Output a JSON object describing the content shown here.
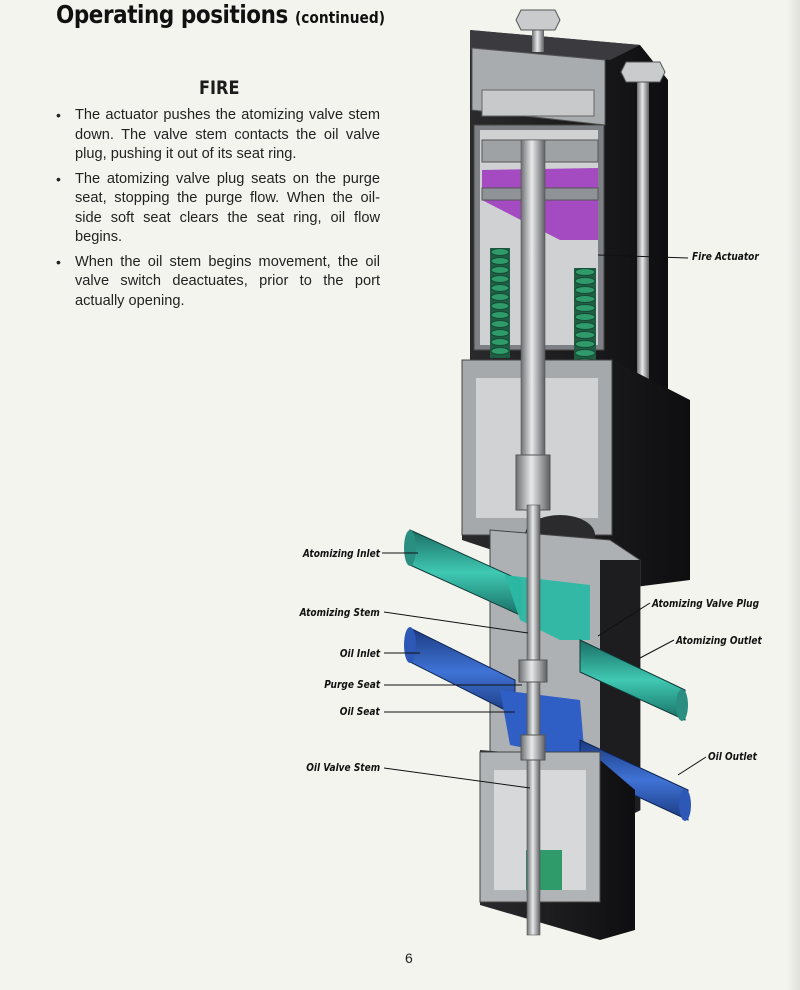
{
  "header": {
    "title": "Operating positions",
    "title_suffix": "(continued)"
  },
  "section": {
    "heading": "FIRE",
    "bullets": [
      "The actuator pushes the atomizing valve stem down. The valve stem contacts the oil valve plug, pushing it out of its seat ring.",
      "The atomizing valve plug seats on the purge seat, stopping the purge flow. When the oil-side soft seat  clears the seat ring, oil flow begins.",
      "When the oil stem begins movement, the oil valve switch deactuates, prior to the port actually opening."
    ]
  },
  "figure": {
    "labels": {
      "fire_actuator": "Fire Actuator",
      "atomizing_inlet": "Atomizing Inlet",
      "atomizing_stem": "Atomizing Stem",
      "atomizing_valve_plug": "Atomizing Valve Plug",
      "atomizing_outlet": "Atomizing Outlet",
      "oil_inlet": "Oil Inlet",
      "purge_seat": "Purge Seat",
      "oil_seat": "Oil Seat",
      "oil_valve_stem": "Oil Valve Stem",
      "oil_outlet": "Oil Outlet"
    },
    "colors": {
      "atomizing_media": "#2bb8a3",
      "oil": "#2f5fc4",
      "actuator_chamber": "#a03cc0",
      "spring": "#2f9a6a",
      "housing_dark": "#1b1b1d",
      "cut_metal": "#b9bcbf"
    }
  },
  "footer": {
    "page_number": "6"
  }
}
